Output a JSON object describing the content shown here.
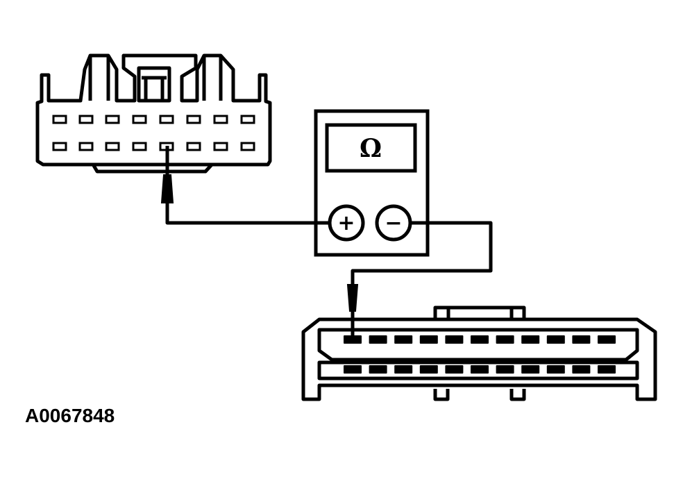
{
  "diagram": {
    "reference_id": "A0067848",
    "meter": {
      "display_symbol": "Ω",
      "positive_terminal": "+",
      "negative_terminal": "−"
    },
    "connector_a": {
      "rows": 2,
      "pins_per_row": 8
    },
    "connector_b": {
      "rows": 2,
      "pins_per_row": 11
    },
    "colors": {
      "line": "#000000",
      "background": "#ffffff"
    }
  }
}
